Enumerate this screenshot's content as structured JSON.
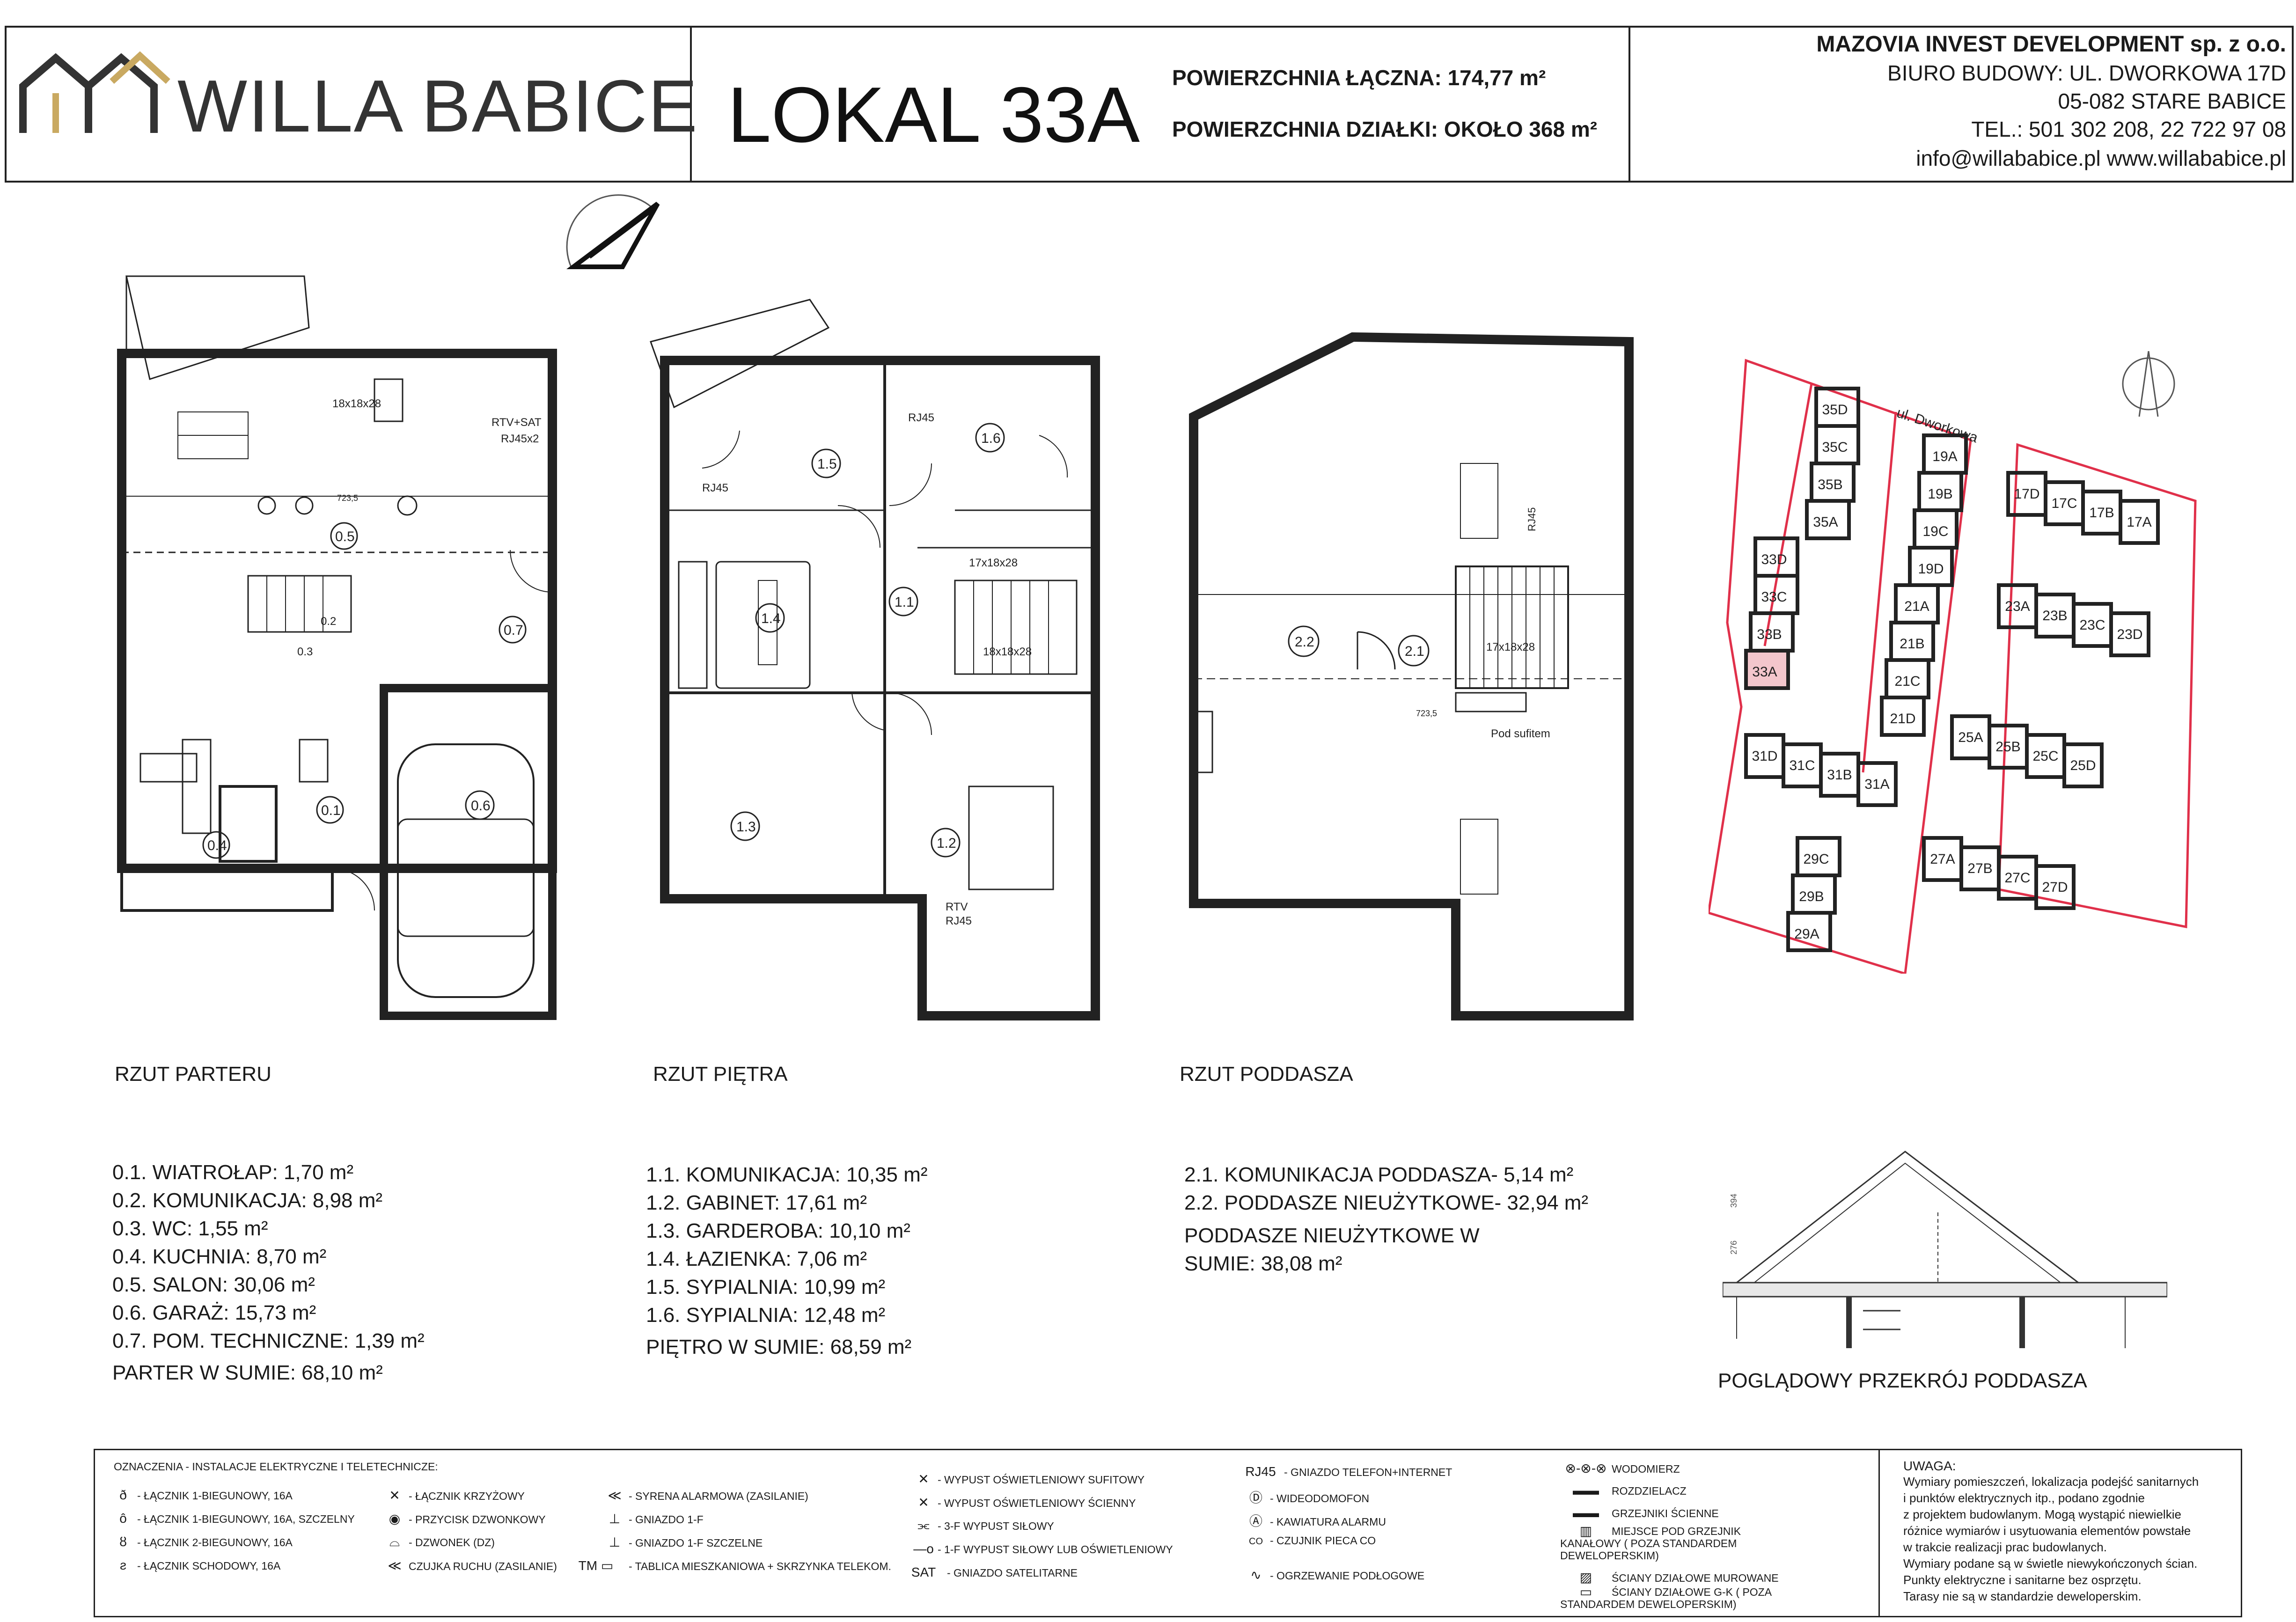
{
  "header": {
    "brand": "WILLA BABICE",
    "unit": "LOKAL 33A",
    "area_total": "POWIERZCHNIA ŁĄCZNA: 174,77 m²",
    "area_plot": "POWIERZCHNIA DZIAŁKI: OKOŁO 368 m²",
    "company": "MAZOVIA INVEST DEVELOPMENT sp. z o.o.",
    "office": "BIURO BUDOWY: UL. DWORKOWA 17D",
    "postal": "05-082 STARE BABICE",
    "phone": "TEL.: 501 302 208, 22 722 97 08",
    "web": "info@willababice.pl  www.willababice.pl"
  },
  "plans": {
    "ground": {
      "title": "RZUT PARTERU",
      "rooms": [
        "0.1. WIATROŁAP: 1,70 m²",
        "0.2. KOMUNIKACJA: 8,98 m²",
        "0.3. WC: 1,55 m²",
        "0.4. KUCHNIA: 8,70 m²",
        "0.5. SALON: 30,06 m²",
        "0.6. GARAŻ: 15,73 m²",
        "0.7. POM. TECHNICZNE: 1,39 m²"
      ],
      "total": "PARTER W SUMIE: 68,10 m²",
      "labels": {
        "r01": "0.1",
        "r02": "0.2",
        "r03": "0.3",
        "r04": "0.4",
        "r05": "0.5",
        "r06": "0.6",
        "r07": "0.7",
        "stairs": "18x18x28",
        "rtv": "RTV+SAT",
        "rj": "RJ45x2",
        "dim": "723,5"
      }
    },
    "first": {
      "title": "RZUT PIĘTRA",
      "rooms": [
        "1.1. KOMUNIKACJA: 10,35 m²",
        "1.2. GABINET: 17,61 m²",
        "1.3. GARDEROBA: 10,10 m²",
        "1.4. ŁAZIENKA: 7,06 m²",
        "1.5. SYPIALNIA: 10,99 m²",
        "1.6. SYPIALNIA: 12,48 m²"
      ],
      "total": "PIĘTRO W SUMIE: 68,59 m²",
      "labels": {
        "r11": "1.1",
        "r12": "1.2",
        "r13": "1.3",
        "r14": "1.4",
        "r15": "1.5",
        "r16": "1.6",
        "stairs1": "17x18x28",
        "stairs2": "18x18x28",
        "rj1": "RJ45",
        "rj2": "RJ45",
        "rtv": "RTV",
        "rj3": "RJ45"
      }
    },
    "attic": {
      "title": "RZUT PODDASZA",
      "rooms": [
        "2.1. KOMUNIKACJA PODDASZA- 5,14 m²",
        "2.2. PODDASZE NIEUŻYTKOWE- 32,94 m²"
      ],
      "total_1": "PODDASZE NIEUŻYTKOWE W",
      "total_2": "SUMIE: 38,08 m²",
      "labels": {
        "r21": "2.1",
        "r22": "2.2",
        "stairs": "17x18x28",
        "rj": "RJ45",
        "ceiling": "Pod sufitem",
        "dim": "723,5"
      }
    },
    "section": {
      "title": "POGLĄDOWY PRZEKRÓJ PODDASZA",
      "d1": "394",
      "d2": "276"
    }
  },
  "site": {
    "street": "ul. Dworkowa",
    "lots": [
      {
        "id": "35D"
      },
      {
        "id": "35C"
      },
      {
        "id": "35B"
      },
      {
        "id": "35A"
      },
      {
        "id": "19A"
      },
      {
        "id": "19B"
      },
      {
        "id": "19C"
      },
      {
        "id": "19D"
      },
      {
        "id": "17D"
      },
      {
        "id": "17C"
      },
      {
        "id": "17B"
      },
      {
        "id": "17A"
      },
      {
        "id": "33D"
      },
      {
        "id": "33C"
      },
      {
        "id": "33B"
      },
      {
        "id": "33A",
        "highlight": true
      },
      {
        "id": "21A"
      },
      {
        "id": "21B"
      },
      {
        "id": "21C"
      },
      {
        "id": "21D"
      },
      {
        "id": "23A"
      },
      {
        "id": "23B"
      },
      {
        "id": "23C"
      },
      {
        "id": "23D"
      },
      {
        "id": "31D"
      },
      {
        "id": "31C"
      },
      {
        "id": "31B"
      },
      {
        "id": "31A"
      },
      {
        "id": "25A"
      },
      {
        "id": "25B"
      },
      {
        "id": "25C"
      },
      {
        "id": "25D"
      },
      {
        "id": "29C"
      },
      {
        "id": "29B"
      },
      {
        "id": "29A"
      },
      {
        "id": "27A"
      },
      {
        "id": "27B"
      },
      {
        "id": "27C"
      },
      {
        "id": "27D"
      }
    ],
    "colors": {
      "boundary": "#e0304a",
      "highlight": "#f3c6cc"
    }
  },
  "legend": {
    "title": "OZNACZENIA - INSTALACJE ELEKTRYCZNE I TELETECHNICZE:",
    "col1": [
      "- ŁĄCZNIK 1-BIEGUNOWY, 16A",
      "- ŁĄCZNIK 1-BIEGUNOWY, 16A, SZCZELNY",
      "- ŁĄCZNIK 2-BIEGUNOWY, 16A",
      "- ŁĄCZNIK SCHODOWY, 16A"
    ],
    "col2": [
      "- ŁĄCZNIK KRZYŻOWY",
      "- PRZYCISK DZWONKOWY",
      "- DZWONEK (DZ)",
      "CZUJKA RUCHU (ZASILANIE)"
    ],
    "col3": [
      "- SYRENA ALARMOWA (ZASILANIE)",
      "- GNIAZDO 1-F",
      "- GNIAZDO 1-F SZCZELNE",
      "- TABLICA MIESZKANIOWA + SKRZYNKA TELEKOM."
    ],
    "col4": [
      "- WYPUST OŚWIETLENIOWY SUFITOWY",
      "- WYPUST OŚWIETLENIOWY ŚCIENNY",
      "- 3-F WYPUST SIŁOWY",
      "- 1-F WYPUST SIŁOWY LUB OŚWIETLENIOWY",
      "- GNIAZDO SATELITARNE"
    ],
    "col5": [
      "- GNIAZDO TELEFON+INTERNET",
      "- WIDEODOMOFON",
      "- KAWIATURA ALARMU",
      "- CZUJNIK PIECA CO",
      "- OGRZEWANIE PODŁOGOWE"
    ],
    "col6": [
      "WODOMIERZ",
      "ROZDZIELACZ",
      "GRZEJNIKI ŚCIENNE",
      "MIEJSCE POD GRZEJNIK KANAŁOWY ( POZA STANDARDEM DEWELOPERSKIM)",
      "ŚCIANY DZIAŁOWE MUROWANE",
      "ŚCIANY DZIAŁOWE G-K ( POZA STANDARDEM DEWELOPERSKIM)"
    ],
    "col3_icons": [
      "TM",
      "SAT"
    ],
    "col5_icons": [
      "RJ45",
      "D",
      "A",
      "CO"
    ]
  },
  "note": {
    "title": "UWAGA:",
    "lines": [
      "Wymiary pomieszczeń, lokalizacja podejść sanitarnych",
      "i punktów elektrycznych itp., podano zgodnie",
      "z projektem budowlanym.  Mogą wystąpić niewielkie",
      "różnice wymiarów i usytuowania elementów powstałe",
      "w trakcie realizacji prac budowlanych.",
      "Wymiary podane są w świetle niewykończonych ścian.",
      "Punkty elektryczne i sanitarne bez osprzętu.",
      "Tarasy nie są w standardzie deweloperskim."
    ]
  }
}
